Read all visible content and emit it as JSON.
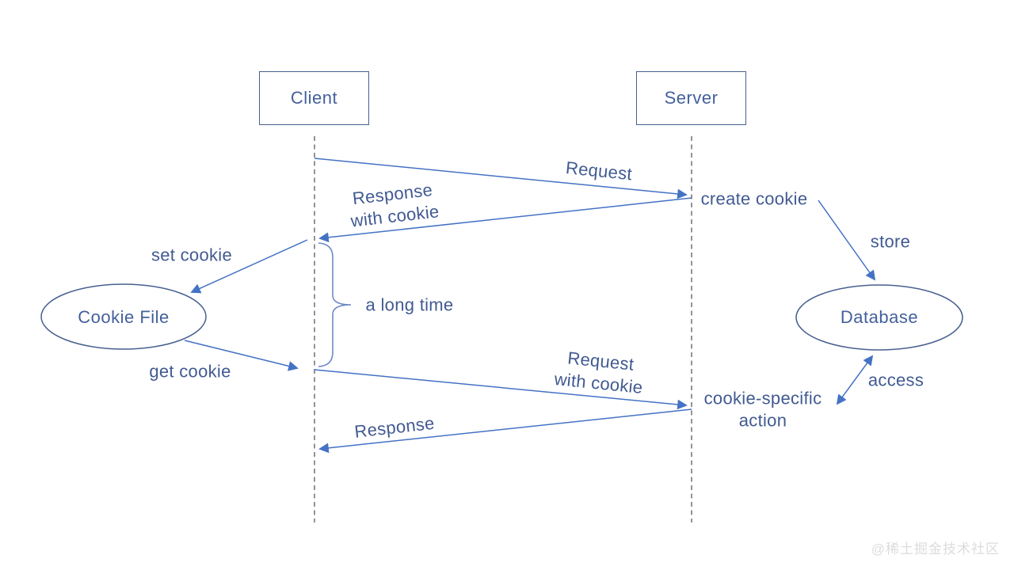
{
  "nodes": {
    "client": "Client",
    "server": "Server",
    "cookie_file": "Cookie File",
    "database": "Database"
  },
  "messages": {
    "request": "Request",
    "response_with_cookie_line1": "Response",
    "response_with_cookie_line2": "with cookie",
    "request_with_cookie_line1": "Request",
    "request_with_cookie_line2": "with cookie",
    "response": "Response"
  },
  "annotations": {
    "create_cookie": "create cookie",
    "store": "store",
    "access": "access",
    "cookie_specific_line1": "cookie-specific",
    "cookie_specific_line2": "action",
    "set_cookie": "set cookie",
    "get_cookie": "get cookie",
    "a_long_time": "a long time"
  },
  "watermark": "@稀土掘金技术社区",
  "colors": {
    "arrow_blue": "#4472C4",
    "node_border_blue": "#47608F",
    "text_blue": "#44609C",
    "lifeline_gray": "#666666",
    "brace_blue": "#6E88C6",
    "watermark_gray": "#DCDCDC"
  }
}
